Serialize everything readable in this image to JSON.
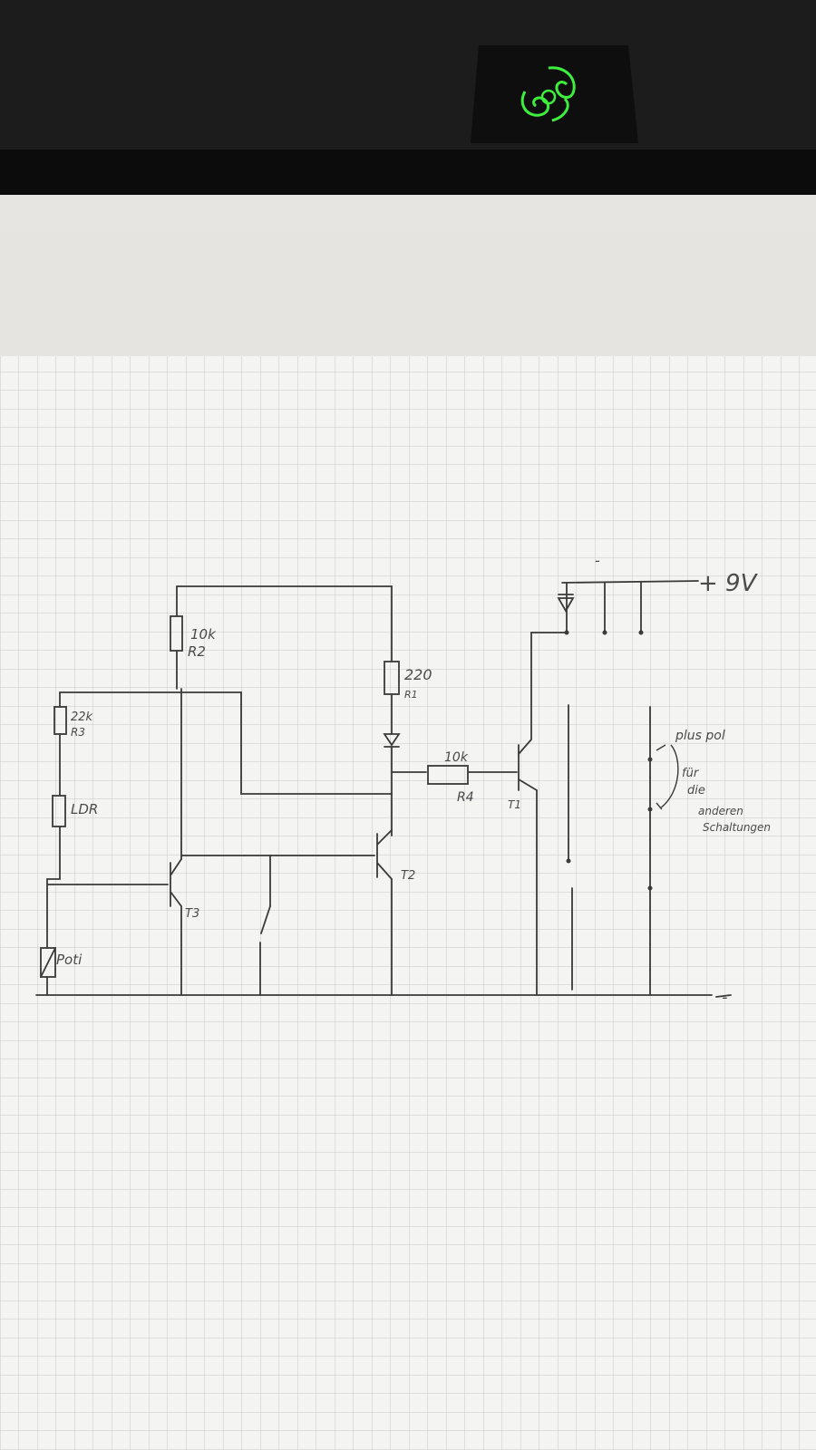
{
  "colors": {
    "laptop": "#1a1a1a",
    "logo": "#3cf03c",
    "paper": "#f4f4f2",
    "grid": "#c4c9cf",
    "pencil": "#3a3a3a"
  },
  "icons": {
    "logo": "razer-logo-icon"
  },
  "labels": {
    "r2_value": "10k",
    "r2_name": "R2",
    "r1_value": "220",
    "r1_name": "R1",
    "r3_value": "22k",
    "r3_name": "R3",
    "ldr": "LDR",
    "poti": "Poti",
    "r4_value": "10k",
    "r4_name": "R4",
    "t1": "T1",
    "t2": "T2",
    "t3": "T3",
    "plus_9v": "+ 9V",
    "minus_top": "-",
    "minus_bottom": "-",
    "note_1": "plus pol",
    "note_2": "für",
    "note_3": "die",
    "note_4": "anderen",
    "note_5": "Schaltungen"
  }
}
